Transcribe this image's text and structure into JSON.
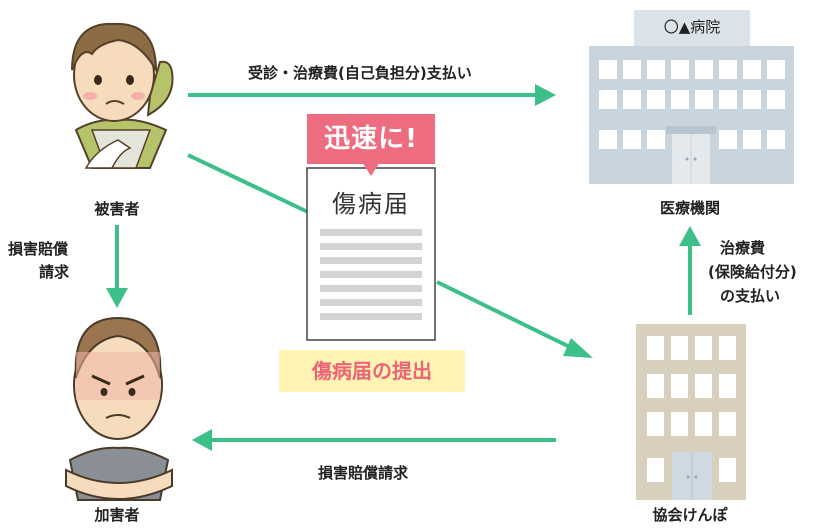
{
  "nodes": {
    "victim": "被害者",
    "perpetrator": "加害者",
    "hospital": "医療機関",
    "association": "協会けんぽ"
  },
  "hospital_sign": "〇▲病院",
  "edges": {
    "victim_to_hospital": "受診・治療費(自己負担分)支払い",
    "victim_to_perpetrator_line1": "損害賠償",
    "victim_to_perpetrator_line2": "請求",
    "association_to_hospital_line1": "治療費",
    "association_to_hospital_line2": "(保険給付分)",
    "association_to_hospital_line3": "の支払い",
    "association_to_perpetrator": "損害賠償請求"
  },
  "document": {
    "title": "傷病届",
    "badge": "迅速に!",
    "caption": "傷病届の提出"
  },
  "colors": {
    "arrow": "#3dbf8a",
    "building": "#c9d4dc",
    "building_window": "#ffffff",
    "association_building": "#d8d0bd",
    "badge": "#ee6c80",
    "caption_bg": "#fdf4b4",
    "caption_text": "#ec6478"
  }
}
